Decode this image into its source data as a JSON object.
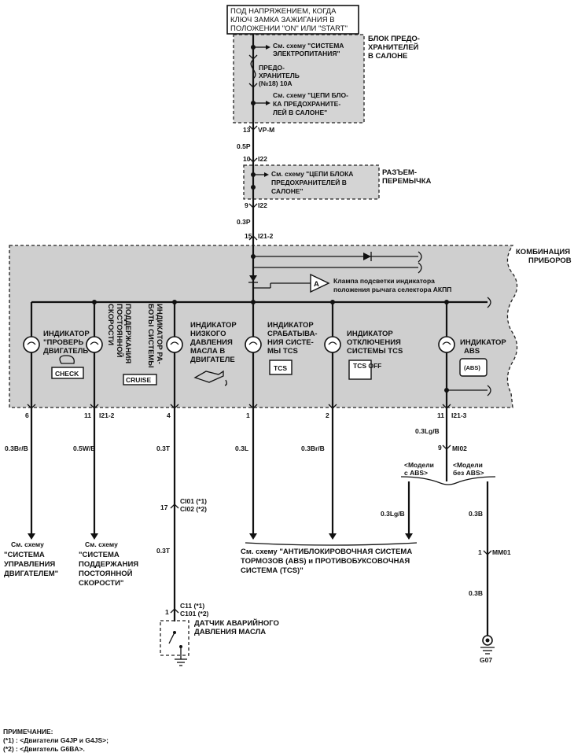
{
  "power_box": {
    "line1": "ПОД НАПРЯЖЕНИЕМ, КОГДА",
    "line2": "КЛЮЧ ЗАМКА ЗАЖИГАНИЯ В",
    "line3": "ПОЛОЖЕНИИ \"ON\" ИЛИ \"START\""
  },
  "fuse_block": {
    "label": [
      "БЛОК ПРЕДО-",
      "ХРАНИТЕЛЕЙ",
      "В САЛОНЕ"
    ],
    "ref_power": [
      "См. схему \"СИСТЕМА",
      "ЭЛЕКТРОПИТАНИЯ\""
    ],
    "fuse": [
      "ПРЕДО-",
      "ХРАНИТЕЛЬ",
      "(№18) 10А"
    ],
    "ref_fuse_circuit": [
      "См. схему \"ЦЕПИ БЛО-",
      "КА ПРЕДОХРАНИТЕ-",
      "ЛЕЙ В САЛОНЕ\""
    ],
    "pin": "13",
    "connector": "VP-M"
  },
  "wire_05p": {
    "color": "0.5P"
  },
  "jumper": {
    "pin_in": "10",
    "connector_in": "I22",
    "ref": [
      "См. схему \"ЦЕПИ БЛОКА",
      "ПРЕДОХРАНИТЕЛЕЙ В",
      "САЛОНЕ\""
    ],
    "label": [
      "РАЗЪЕМ-",
      "ПЕРЕМЫЧКА"
    ],
    "pin_out": "9",
    "connector_out": "I22"
  },
  "wire_03p": {
    "color": "0.3P"
  },
  "cluster": {
    "pin_in": "15",
    "connector_in": "I21-2",
    "label": [
      "КОМБИНАЦИЯ",
      "ПРИБОРОВ"
    ],
    "a_badge": "A",
    "a_note": [
      "Клампа подсветки индикатора",
      "положения рычага селектора АКПП"
    ],
    "indicators": [
      {
        "label": [
          "ИНДИКАТОР",
          "\"ПРОВЕРЬ",
          "ДВИГАТЕЛЬ\""
        ],
        "badge": "CHECK"
      },
      {
        "label": [
          "ИНДИКАТОР РА-",
          "БОТЫ СИСТЕМЫ",
          "ПОДДЕРЖАНИЯ",
          "ПОСТОЯННОЙ",
          "СКОРОСТИ"
        ],
        "badge": "CRUISE"
      },
      {
        "label": [
          "ИНДИКАТОР",
          "НИЗКОГО",
          "ДАВЛЕНИЯ",
          "МАСЛА В",
          "ДВИГАТЕЛЕ"
        ],
        "badge": ""
      },
      {
        "label": [
          "ИНДИКАТОР",
          "СРАБАТЫВА-",
          "НИЯ СИСТЕ-",
          "МЫ TCS"
        ],
        "badge": "TCS"
      },
      {
        "label": [
          "ИНДИКАТОР",
          "ОТКЛЮЧЕНИЯ",
          "СИСТЕМЫ TCS"
        ],
        "badge": "TCS OFF"
      },
      {
        "label": [
          "ИНДИКАТОР",
          "ABS"
        ],
        "badge": "(ABS)"
      }
    ],
    "pins_out": [
      {
        "pin": "6",
        "connector": "",
        "wire": "0.3Br/B"
      },
      {
        "pin": "11",
        "connector": "I21-2",
        "wire": "0.5W/B"
      },
      {
        "pin": "4",
        "connector": "",
        "wire": "0.3T"
      },
      {
        "pin": "1",
        "connector": "",
        "wire": "0.3L"
      },
      {
        "pin": "2",
        "connector": "",
        "wire": "0.3Br/B"
      },
      {
        "pin": "11",
        "connector": "I21-3",
        "wire": "0.3Lg/B"
      }
    ]
  },
  "abs_branch": {
    "pin": "9",
    "connector": "MI02",
    "with_abs": [
      "<Модели",
      "с ABS>"
    ],
    "without_abs": [
      "<Модели",
      "без ABS>"
    ],
    "wire_with": "0.3Lg/B",
    "wire_without": "0.3B",
    "mm_pin": "1",
    "mm_connector": "MM01",
    "wire_after_mm": "0.3B",
    "ground": "G07"
  },
  "oil_sensor": {
    "conn1_pin": "17",
    "conn1": [
      "CI01 (*1)",
      "CI02 (*2)"
    ],
    "wire": "0.3T",
    "conn2_pin": "1",
    "conn2": [
      "C11  (*1)",
      "C101 (*2)"
    ],
    "label": [
      "ДАТЧИК АВАРИЙНОГО",
      "ДАВЛЕНИЯ МАСЛА"
    ]
  },
  "refs": {
    "engine_control": [
      "См. схему",
      "\"СИСТЕМА",
      "УПРАВЛЕНИЯ",
      "ДВИГАТЕЛЕМ\""
    ],
    "cruise": [
      "См. схему",
      "\"СИСТЕМА",
      "ПОДДЕРЖАНИЯ",
      "ПОСТОЯННОЙ",
      "СКОРОСТИ\""
    ],
    "abs_tcs": [
      "См. схему \"АНТИБЛОКИРОВОЧНАЯ СИСТЕМА",
      "ТОРМОЗОВ (ABS) и ПРОТИВОБУКСОВОЧНАЯ",
      "СИСТЕМА (TCS)\""
    ]
  },
  "note": {
    "title": "ПРИМЕЧАНИЕ:",
    "line1": "(*1) : <Двигатели G4JP и G4JS>;",
    "line2": "(*2) : <Двигатель G6BA>."
  }
}
